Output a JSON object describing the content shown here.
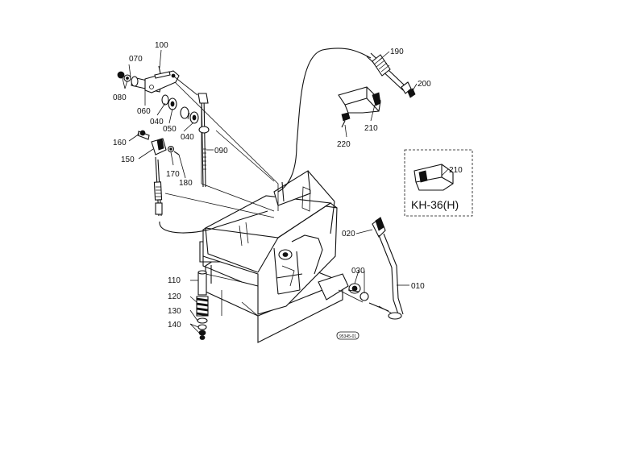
{
  "labels": {
    "p010": "010",
    "p020": "020",
    "p030": "030",
    "p040a": "040",
    "p040b": "040",
    "p050": "050",
    "p060": "060",
    "p070": "070",
    "p080": "080",
    "p090": "090",
    "p100": "100",
    "p110": "110",
    "p120": "120",
    "p130": "130",
    "p140": "140",
    "p150": "150",
    "p160": "160",
    "p170": "170",
    "p180": "180",
    "p190": "190",
    "p200": "200",
    "p210": "210",
    "p220": "220"
  },
  "inset": {
    "part_label": "210",
    "model_label": "KH-36(H)"
  },
  "stamp": "95345-01"
}
